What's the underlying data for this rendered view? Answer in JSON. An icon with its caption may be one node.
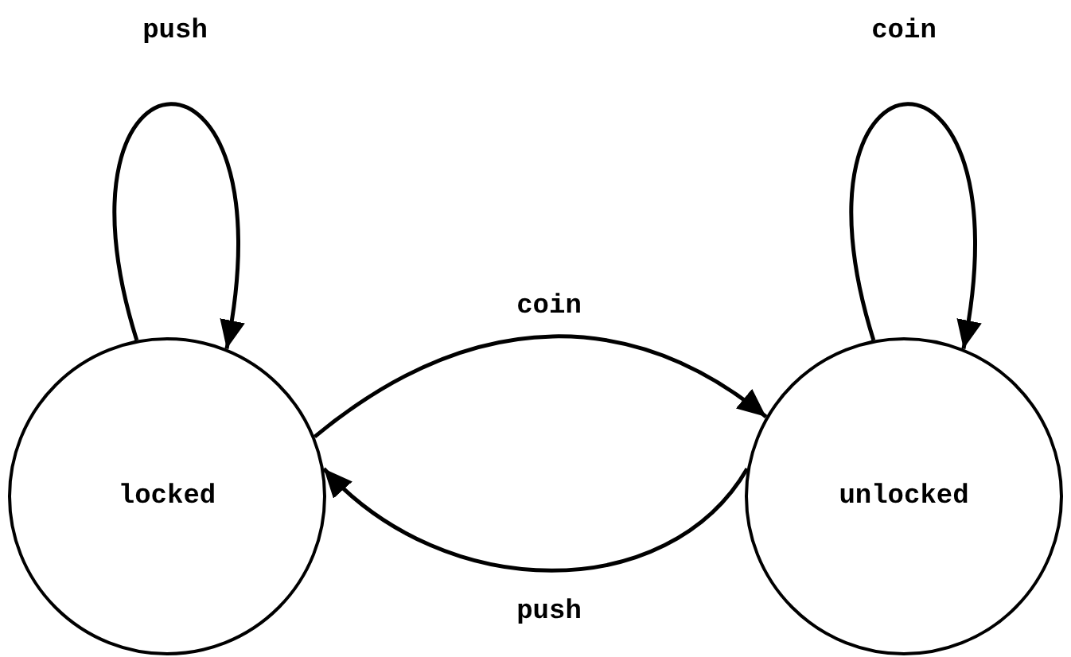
{
  "diagram": {
    "nodes": [
      {
        "text": [
          "locked"
        ]
      },
      {
        "text": [
          "unlocked"
        ]
      }
    ],
    "edges": [
      {
        "from": 0,
        "to": 0,
        "label": "push",
        "arrow": "to"
      },
      {
        "from": 1,
        "to": 1,
        "label": "coin",
        "arrow": "to"
      },
      {
        "from": 0,
        "to": 1,
        "label": "coin",
        "arrow": "to"
      },
      {
        "from": 1,
        "to": 0,
        "label": "push",
        "arrow": "to"
      }
    ]
  }
}
